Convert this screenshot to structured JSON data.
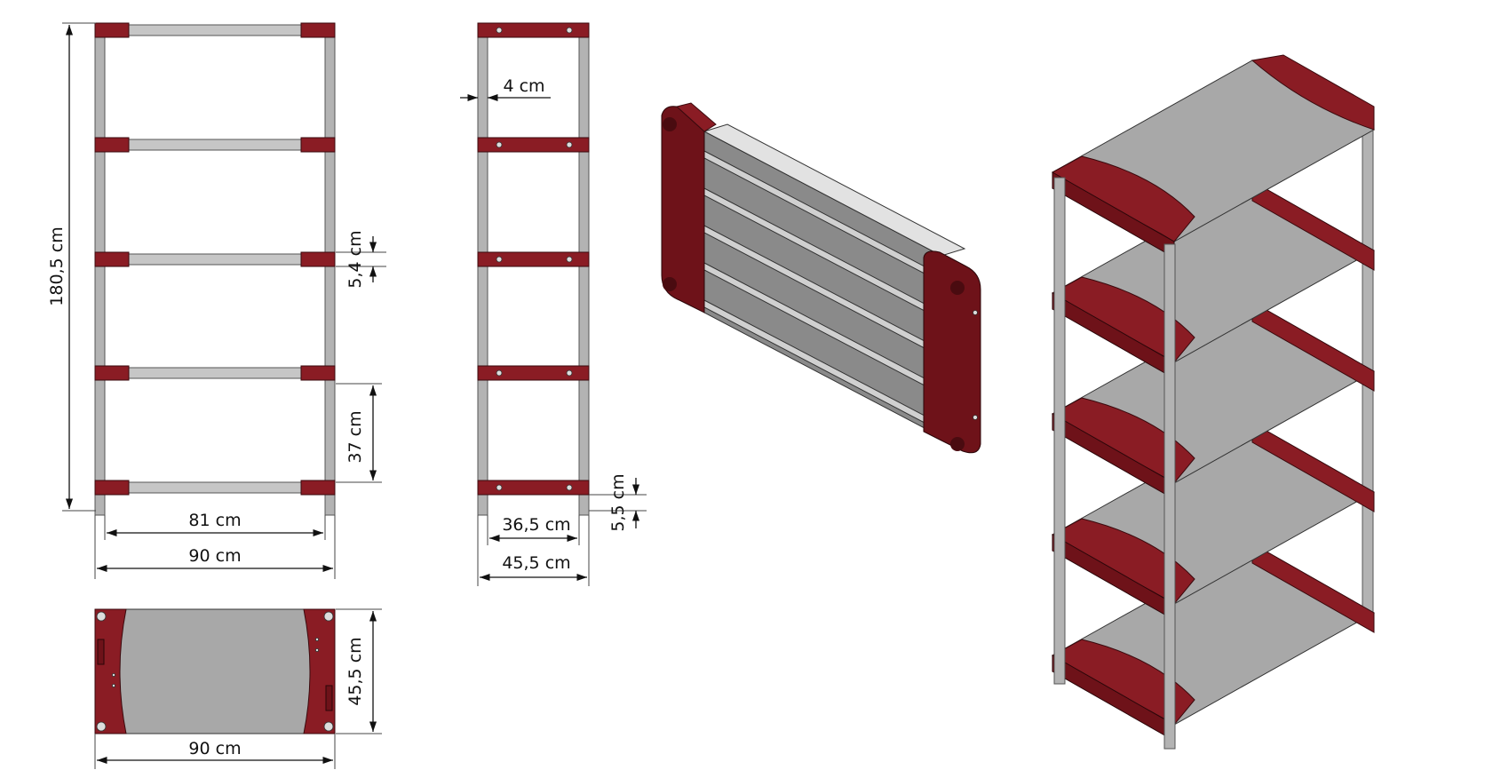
{
  "colors": {
    "corner_cap": "#8a1c24",
    "post": "#b3b3b3",
    "shelf_panel": "#a8a8a8",
    "line": "#111111"
  },
  "dimensions": {
    "total_height": "180,5 cm",
    "shelf_thickness": "5,4 cm",
    "shelf_spacing": "37 cm",
    "inner_width": "81 cm",
    "outer_width": "90 cm",
    "post_diameter": "4 cm",
    "inner_depth": "36,5 cm",
    "outer_depth": "45,5 cm",
    "foot_height": "5,5 cm",
    "top_view_depth": "45,5 cm",
    "top_view_width": "90 cm"
  }
}
